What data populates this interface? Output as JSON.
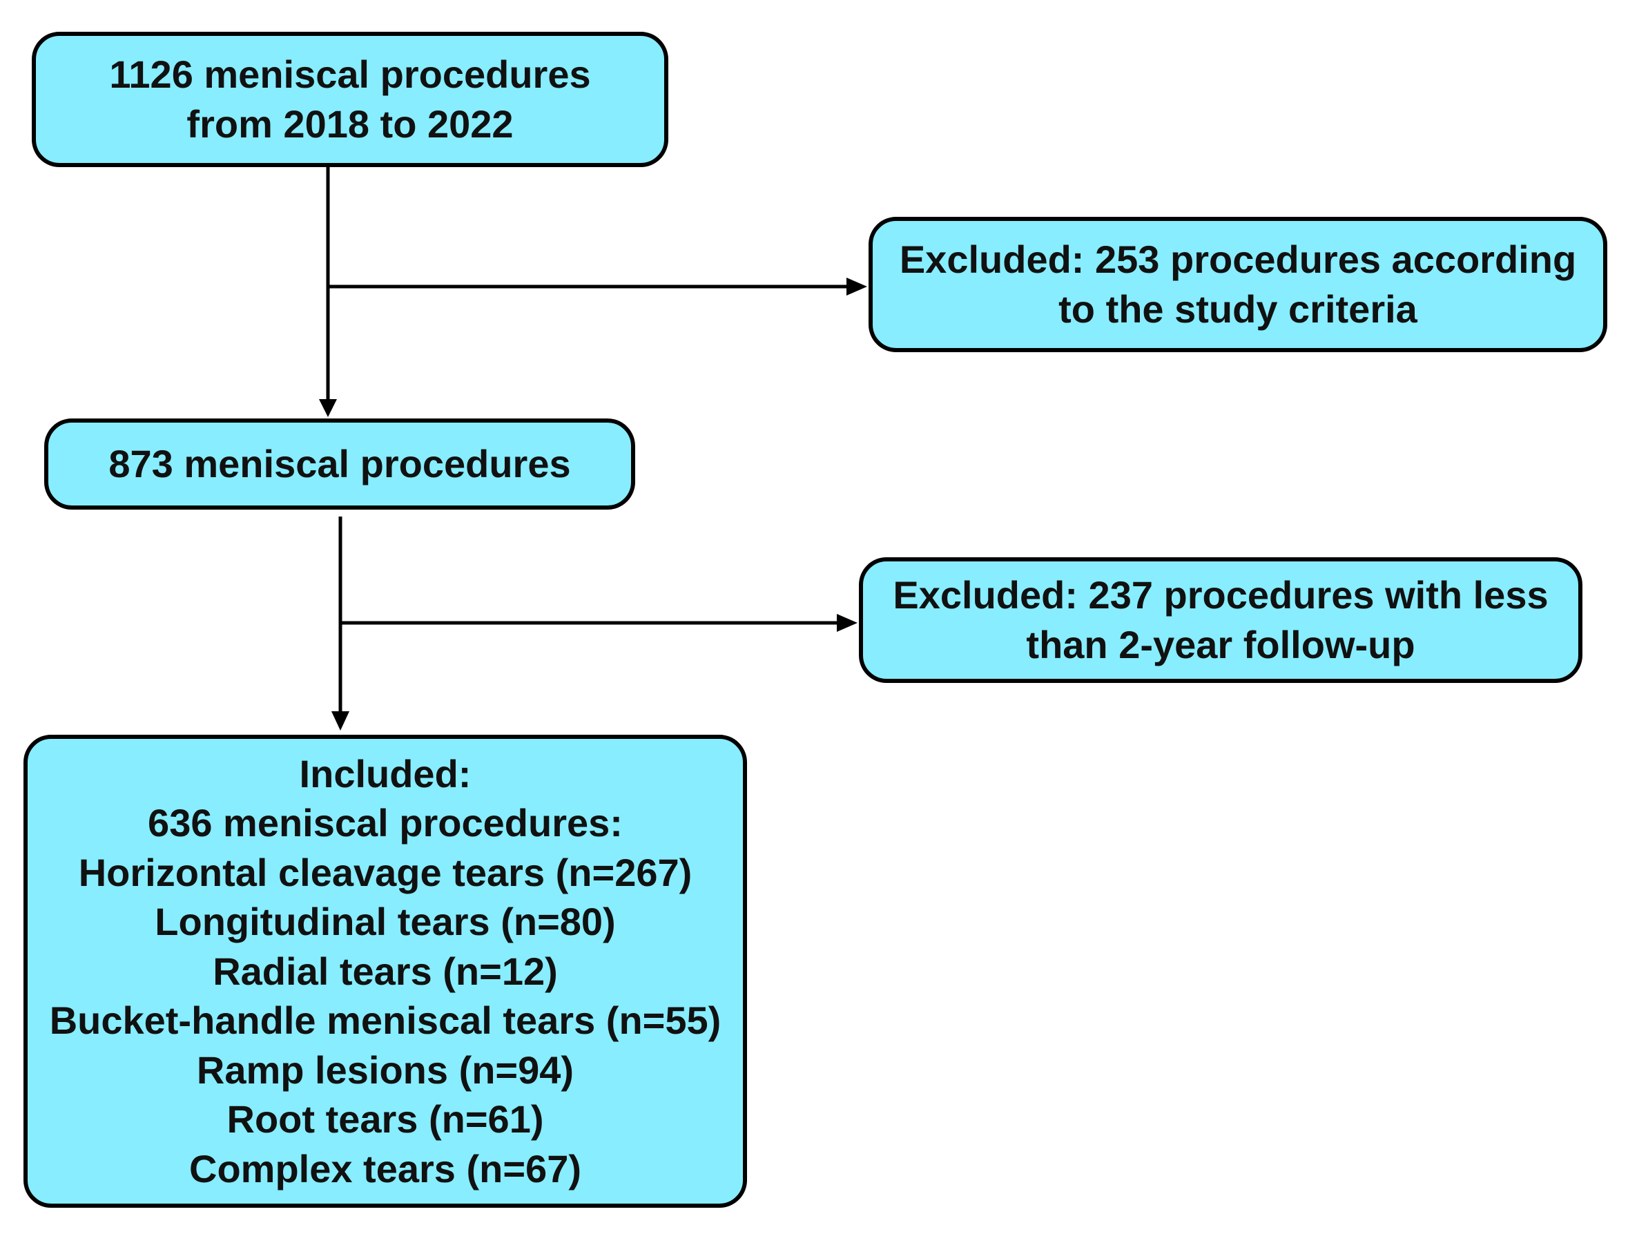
{
  "colors": {
    "box_fill": "#87edff",
    "border": "#000000",
    "text": "#111111"
  },
  "nodes": {
    "start": {
      "lines": [
        "1126 meniscal procedures",
        "from 2018 to 2022"
      ]
    },
    "excluded_1": {
      "lines": [
        "Excluded: 253 procedures according",
        "to the study criteria"
      ]
    },
    "middle": {
      "lines": [
        "873 meniscal procedures"
      ]
    },
    "excluded_2": {
      "lines": [
        "Excluded: 237 procedures with less",
        "than 2-year follow-up"
      ]
    },
    "included": {
      "lines": [
        "Included:",
        "636 meniscal procedures:",
        "Horizontal cleavage tears (n=267)",
        "Longitudinal tears (n=80)",
        "Radial tears (n=12)",
        "Bucket-handle meniscal tears (n=55)",
        "Ramp lesions (n=94)",
        "Root tears (n=61)",
        "Complex tears (n=67)"
      ]
    }
  },
  "edges": [
    {
      "from": "start",
      "to": "middle"
    },
    {
      "from": "start",
      "to": "excluded_1"
    },
    {
      "from": "middle",
      "to": "included"
    },
    {
      "from": "middle",
      "to": "excluded_2"
    }
  ]
}
